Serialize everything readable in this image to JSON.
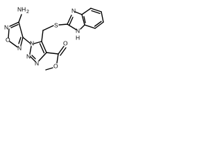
{
  "atoms": {
    "nh2": "NH",
    "nh2_sub": "2",
    "n_ring1_top": "N",
    "n_ring1_bottom": "N",
    "o_ring1": "O",
    "n_triazole_1": "N",
    "n_triazole_2": "N",
    "n_triazole_3": "N",
    "s_thio": "S",
    "n_bzim_imine": "N",
    "n_bzim_nh": "N",
    "h_bzim_nh": "H",
    "o_ester_carbonyl": "O",
    "o_ester_link": "O"
  },
  "colors": {
    "bond": "#000000",
    "background": "#ffffff"
  }
}
